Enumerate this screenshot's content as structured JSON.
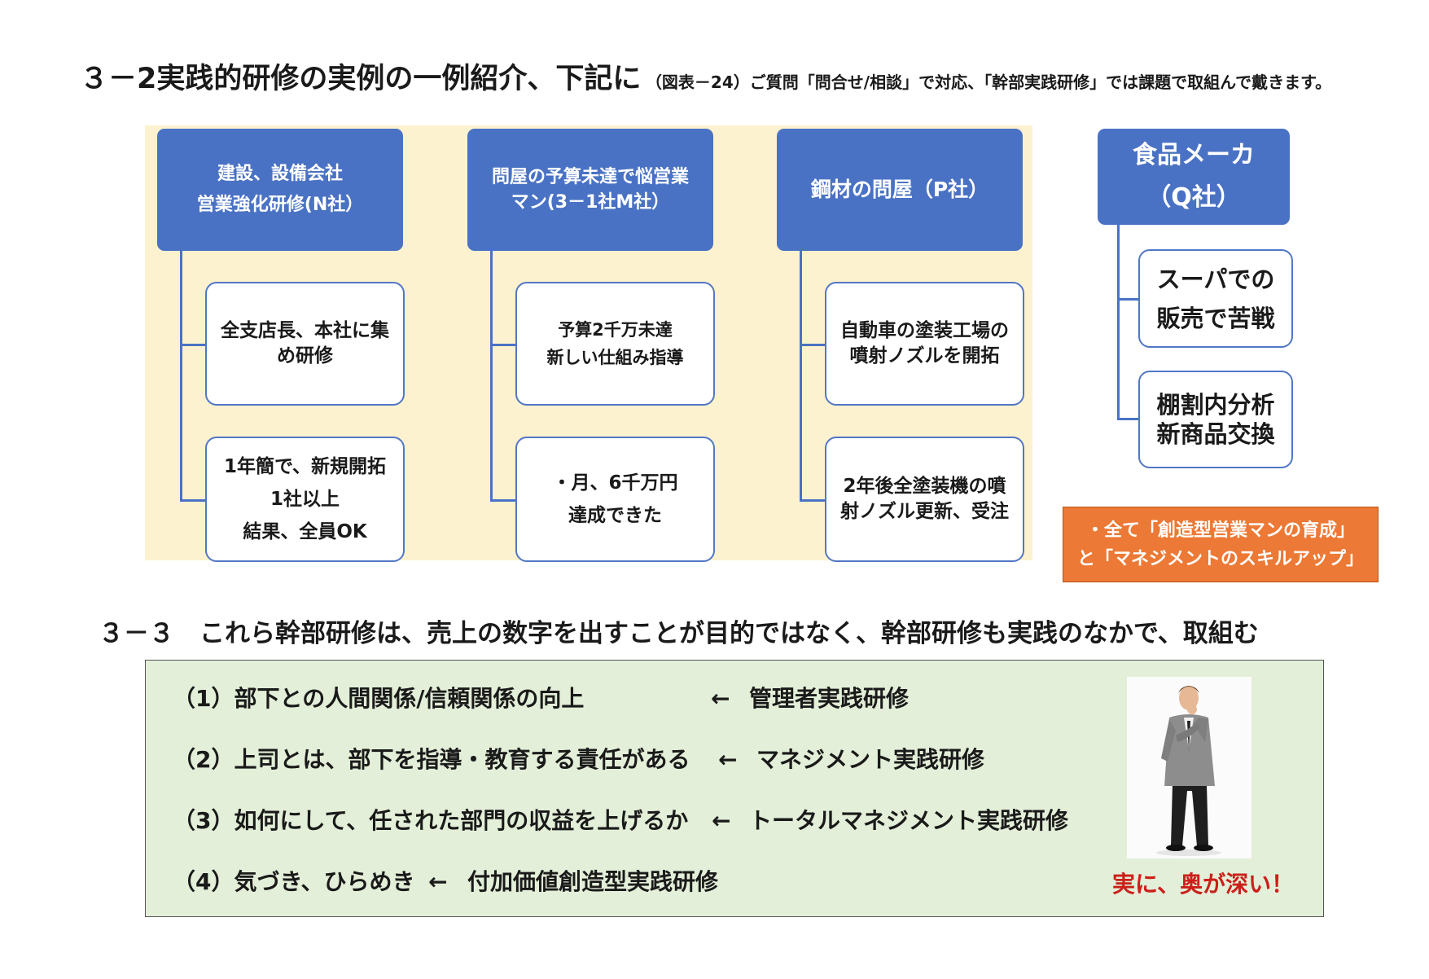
{
  "title": {
    "main": "３－2実践的研修の実例の一例紹介、下記に",
    "sub": "（図表－24）ご質問「問合せ/相談」で対応、「幹部実践研修」では課題で取組んで戴きます。"
  },
  "columns": [
    {
      "header": [
        "建設、設備会社",
        "営業強化研修(N社）"
      ],
      "cards": [
        [
          "全支店長、本社に集",
          "め研修"
        ],
        [
          "1年簡で、新規開拓",
          "1社以上",
          "結果、全員OK"
        ]
      ]
    },
    {
      "header": [
        "問屋の予算未達で悩営業",
        "マン(3－1社M社）"
      ],
      "cards": [
        [
          "予算2千万未達",
          "新しい仕組み指導"
        ],
        [
          "・月、6千万円",
          "達成できた"
        ]
      ]
    },
    {
      "header": [
        "鋼材の問屋（P社）"
      ],
      "cards": [
        [
          "自動車の塗装工場の",
          "噴射ノズルを開拓"
        ],
        [
          "2年後全塗装機の噴",
          "射ノズル更新、受注"
        ]
      ]
    }
  ],
  "side": {
    "header": [
      "食品メーカ",
      "（Q社）"
    ],
    "cards": [
      [
        "スーパでの",
        "販売で苦戦"
      ],
      [
        "棚割内分析",
        "新商品交換"
      ]
    ]
  },
  "note": [
    "・全て「創造型営業マンの育成」",
    "と「マネジメントのスキルアップ」"
  ],
  "section2": {
    "title": "３－３　これら幹部研修は、売上の数字を出すことが目的ではなく、幹部研修も実践のなかで、取組む",
    "rows": [
      {
        "label": "（1）部下との人間関係/信頼関係の向上",
        "arrow": "←",
        "training": "管理者実践研修"
      },
      {
        "label": "（2）上司とは、部下を指導・教育する責任がある",
        "arrow": "←",
        "training": "マネジメント実践研修"
      },
      {
        "label": "（3）如何にして、任された部門の収益を上げるか",
        "arrow": "←",
        "training": "トータルマネジメント実践研修"
      },
      {
        "label": "（4）気づき、ひらめき",
        "arrow": "←",
        "training": "付加価値創造型実践研修"
      }
    ],
    "remark": "実に、奥が深い！"
  }
}
